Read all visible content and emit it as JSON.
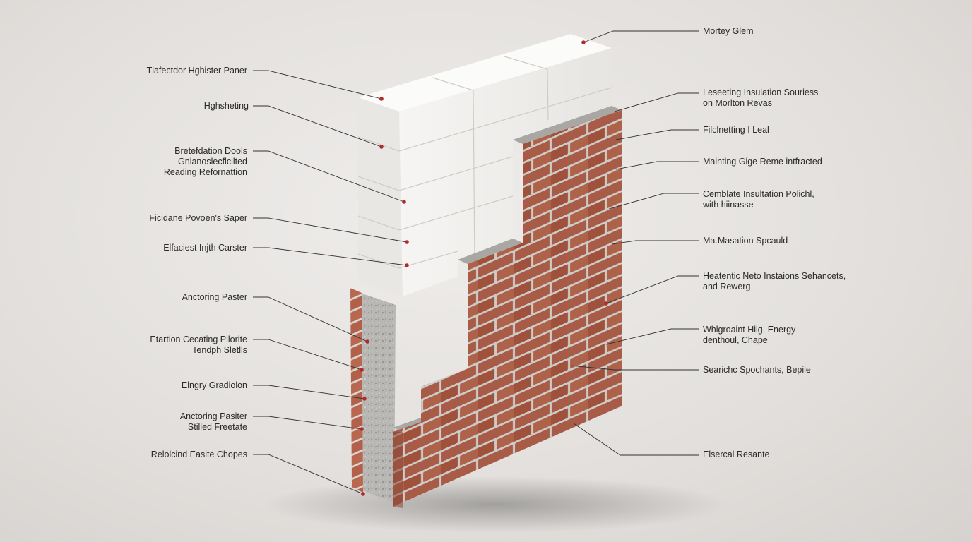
{
  "colors": {
    "background": "#e4e1de",
    "brick": "#b2604a",
    "mortar": "#d9d6d1",
    "aerated_block": "#f1f0ee",
    "plaster": "#b9b7b3",
    "leader_line": "#333333",
    "marker": "#b22a2a"
  },
  "diagram": {
    "left_labels": [
      {
        "id": "l1",
        "lines": [
          "Tlafectdor Hghister Paner"
        ]
      },
      {
        "id": "l2",
        "lines": [
          "Hghsheting"
        ]
      },
      {
        "id": "l3",
        "lines": [
          "Bretefdation Dools",
          "Gnlanoslecflcilted",
          "Reading Refornattion"
        ]
      },
      {
        "id": "l4",
        "lines": [
          "Ficidane Povoen's Saper"
        ]
      },
      {
        "id": "l5",
        "lines": [
          "Elfaciest Injth Carster"
        ]
      },
      {
        "id": "l6",
        "lines": [
          "Anctoring Paster"
        ]
      },
      {
        "id": "l7",
        "lines": [
          "Etartion Cecating Pilorite",
          "Tendph Sletlls"
        ]
      },
      {
        "id": "l8",
        "lines": [
          "Elngry Gradiolon"
        ]
      },
      {
        "id": "l9",
        "lines": [
          "Anctoring Pasiter",
          "Stilled Freetate"
        ]
      },
      {
        "id": "l10",
        "lines": [
          "Relolcind Easite Chopes"
        ]
      }
    ],
    "right_labels": [
      {
        "id": "r1",
        "lines": [
          "Mortey Glem"
        ]
      },
      {
        "id": "r2",
        "lines": [
          "Leseeting Insulation Souriess",
          "on Morlton Revas"
        ]
      },
      {
        "id": "r3",
        "lines": [
          "Filclnetting I Leal"
        ]
      },
      {
        "id": "r4",
        "lines": [
          "Mainting Gige Reme intfracted"
        ]
      },
      {
        "id": "r5",
        "lines": [
          "Cemblate Insultation Polichl,",
          "with hiinasse"
        ]
      },
      {
        "id": "r6",
        "lines": [
          "Ma.Masation Spcauld"
        ]
      },
      {
        "id": "r7",
        "lines": [
          "Heatentic Neto Instaions Sehancets,",
          "and Rewerg"
        ]
      },
      {
        "id": "r8",
        "lines": [
          "Whlgroaint Hilg, Energy",
          "denthoul, Chape"
        ]
      },
      {
        "id": "r9",
        "lines": [
          "Searichc Spochants, Bepile"
        ]
      },
      {
        "id": "r10",
        "lines": [
          "Elsercal Resante"
        ]
      }
    ]
  }
}
